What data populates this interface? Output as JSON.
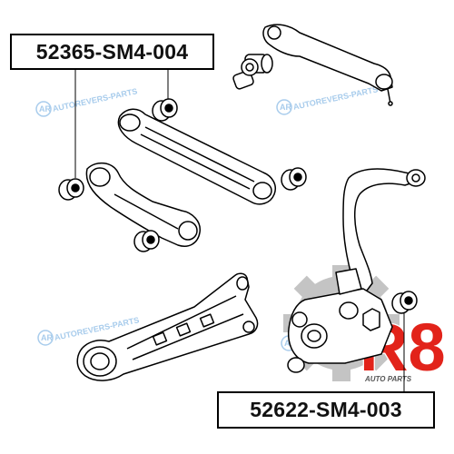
{
  "part_numbers": {
    "top": "52365-SM4-004",
    "bottom": "52622-SM4-003"
  },
  "watermark": {
    "text": "AUTOREVERS-PARTS",
    "badge": "AR",
    "color": "#a8ccec"
  },
  "logo": {
    "mark": "R8",
    "tagline": "AUTO PARTS",
    "accent_color": "#e2231a",
    "gear_color": "#bfbfbf"
  }
}
